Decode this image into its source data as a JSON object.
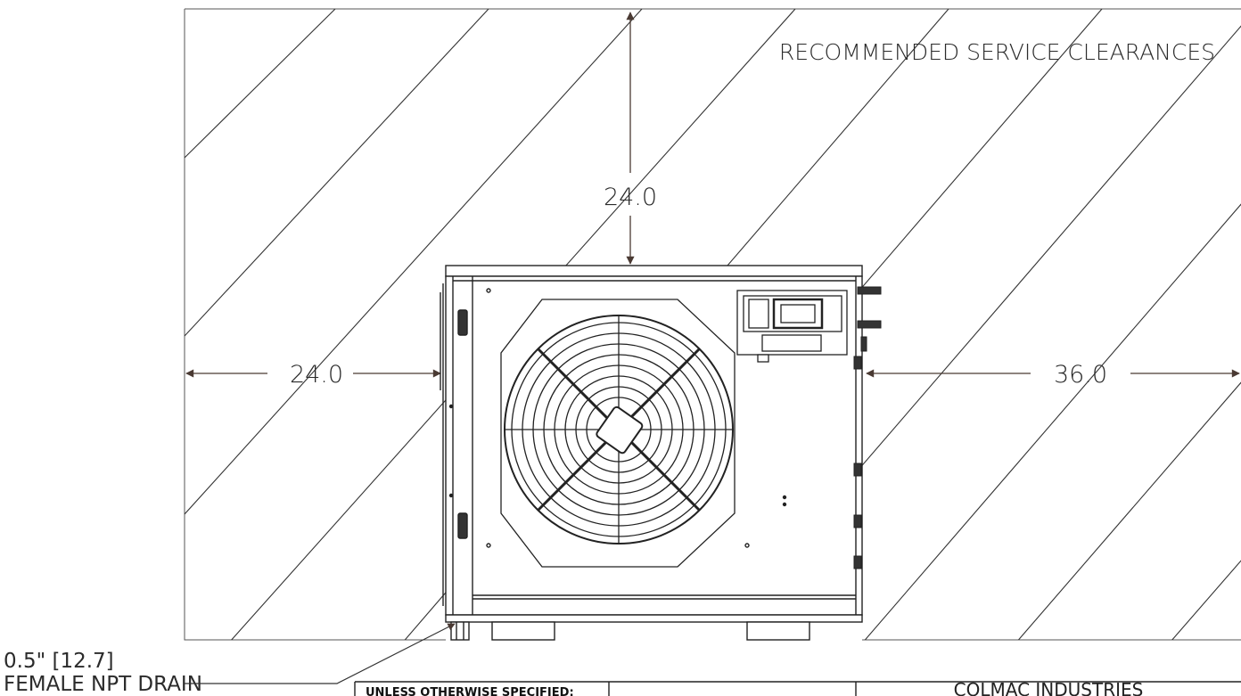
{
  "title": "RECOMMENDED SERVICE CLEARANCES",
  "dimensions": {
    "top": "24.0",
    "left": "24.0",
    "right": "36.0"
  },
  "drain_note": {
    "line1": "0.5\" [12.7]",
    "line2": "FEMALE NPT DRAIN"
  },
  "title_block": {
    "spec_label": "UNLESS OTHERWISE SPECIFIED:",
    "company": "COLMAC INDUSTRIES"
  },
  "colors": {
    "line": "#2b2b2b",
    "dimension_arrow": "#5a4a42",
    "background": "#ffffff"
  }
}
